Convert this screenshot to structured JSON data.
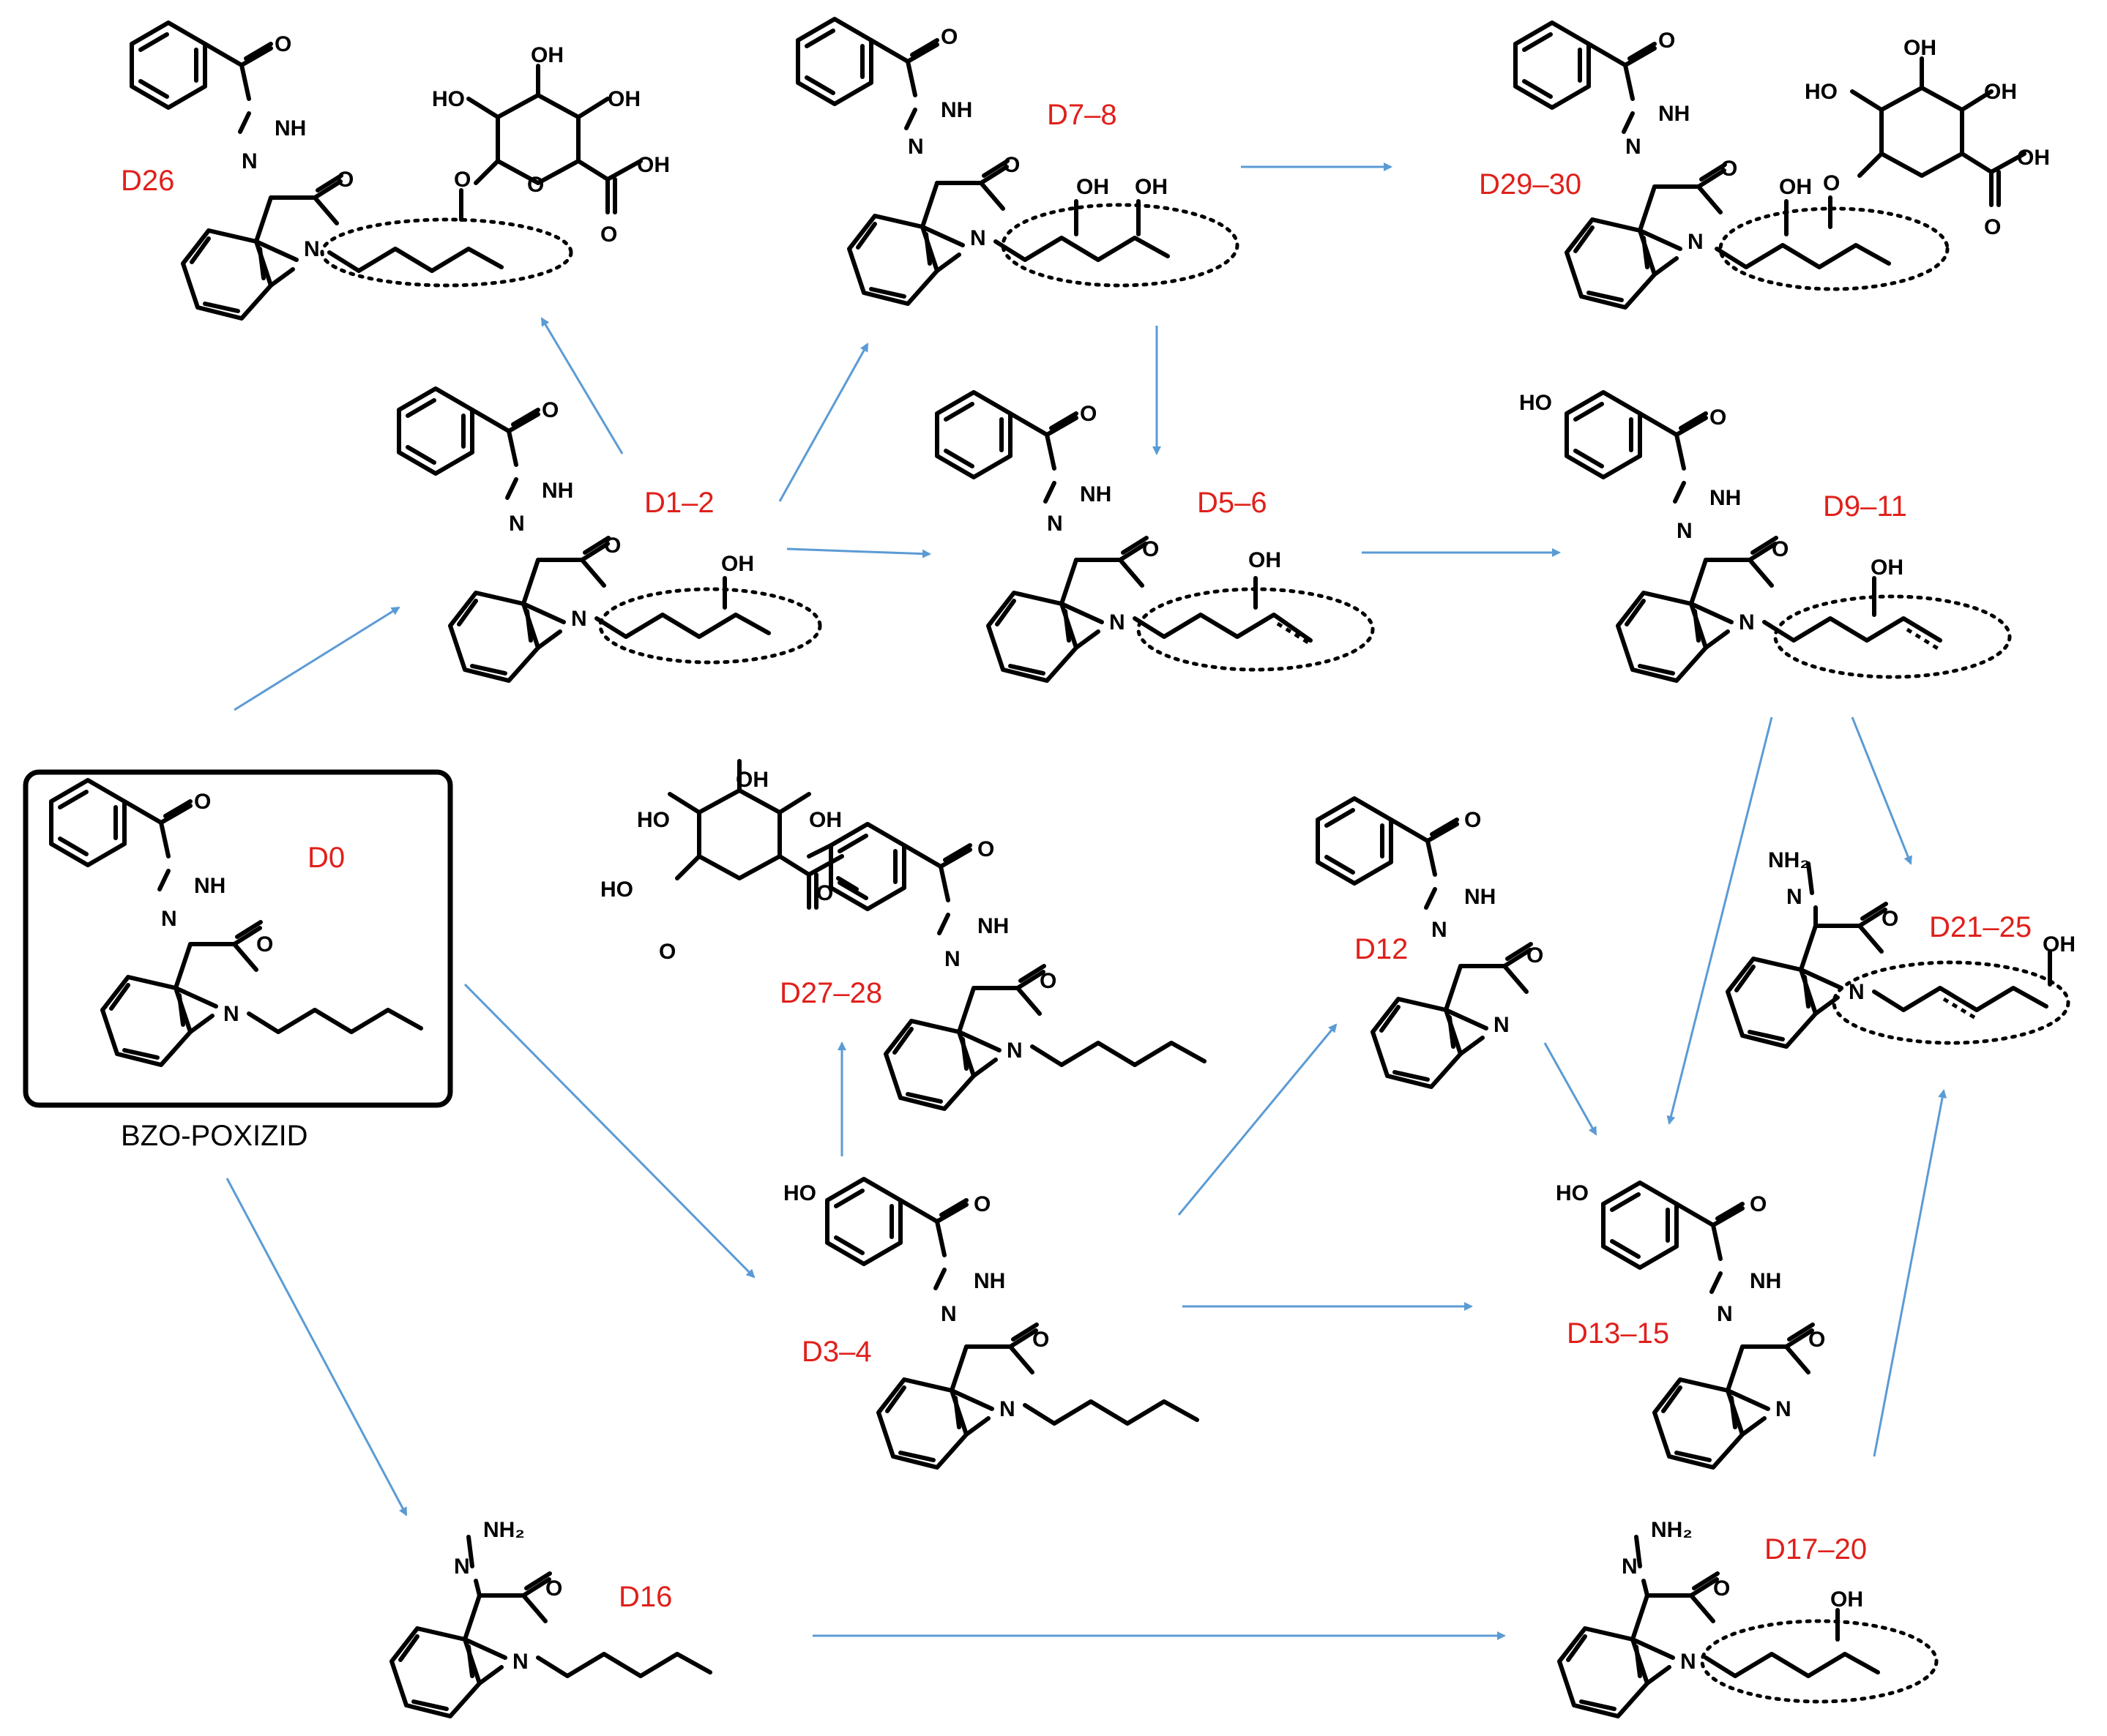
{
  "figure": {
    "starting_compound": {
      "label": "D0",
      "caption": "BZO-POXIZID"
    },
    "metabolite_labels": {
      "D1_2": "D1–2",
      "D3_4": "D3–4",
      "D5_6": "D5–6",
      "D7_8": "D7–8",
      "D9_11": "D9–11",
      "D12": "D12",
      "D13_15": "D13–15",
      "D16": "D16",
      "D17_20": "D17–20",
      "D21_25": "D21–25",
      "D26": "D26",
      "D27_28": "D27–28",
      "D29_30": "D29–30"
    },
    "atoms": {
      "O": "O",
      "N": "N",
      "NH": "NH",
      "OH": "OH",
      "HO": "HO",
      "NH2": "NH₂"
    },
    "colors": {
      "label": "#e0201b",
      "arrow": "#5b9bd5",
      "bond": "#000000"
    }
  }
}
